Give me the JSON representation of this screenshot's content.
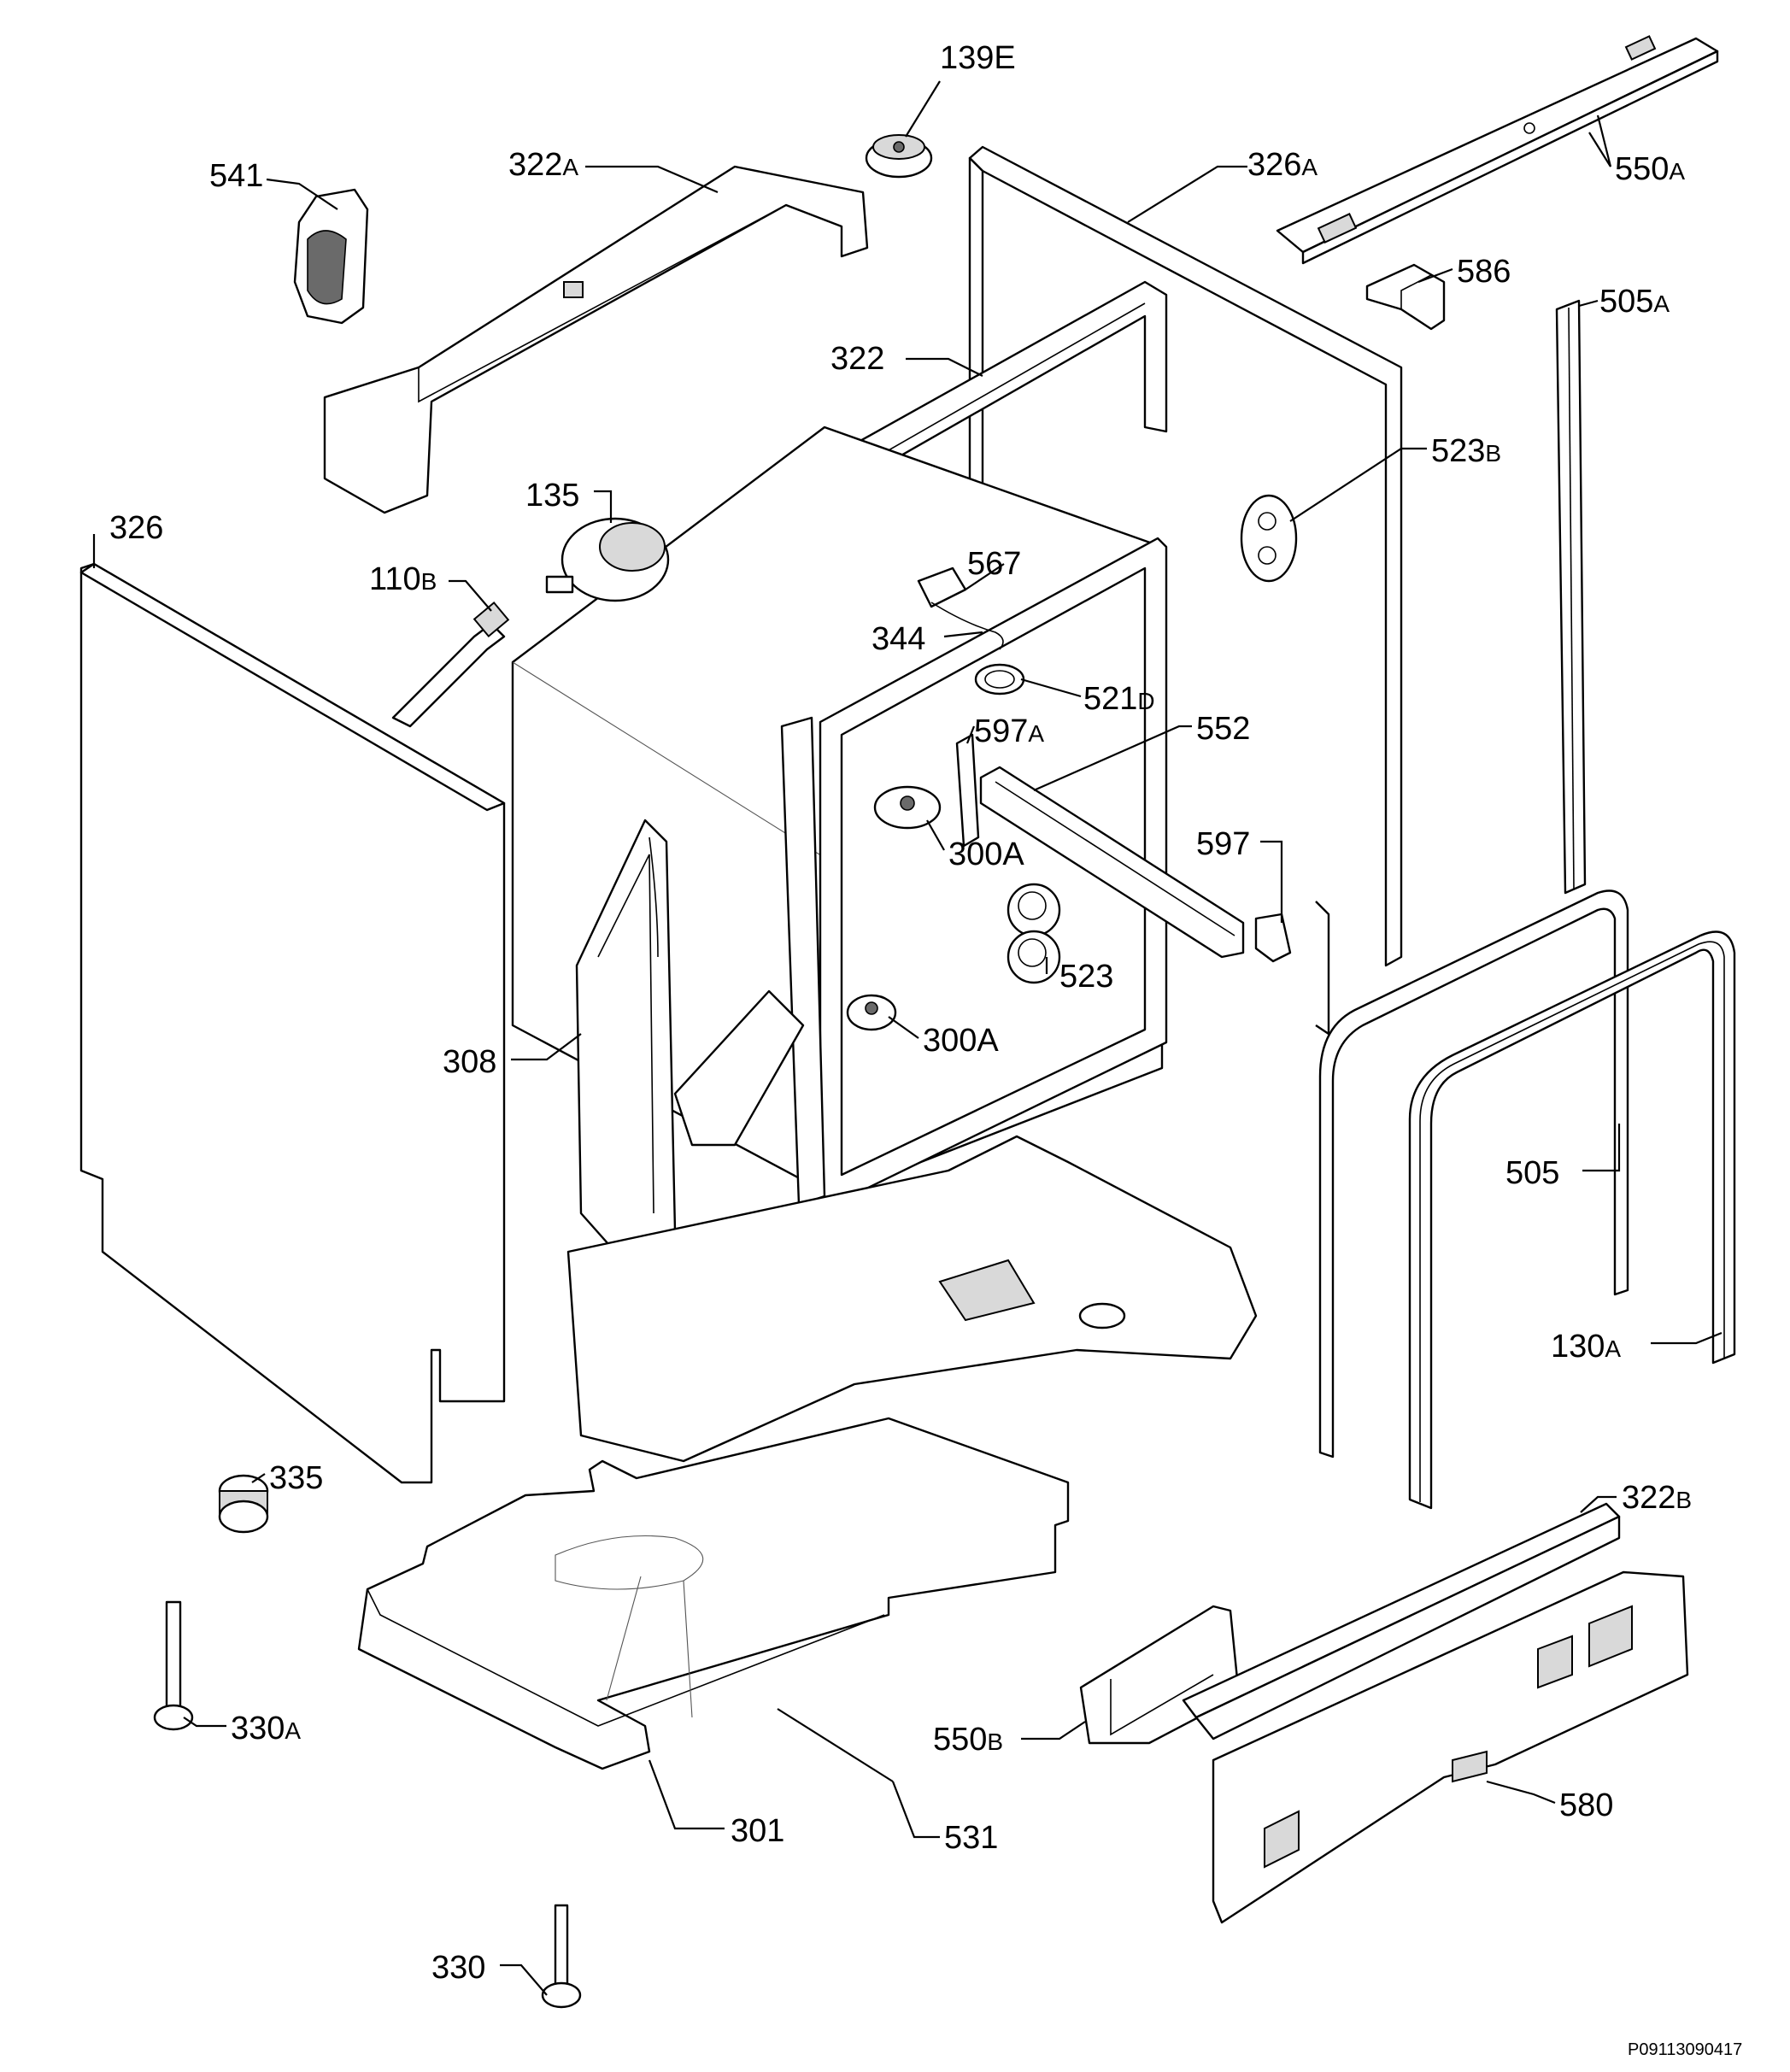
{
  "reference_code": "P09113090417",
  "callouts": [
    {
      "num": "139E",
      "suf": ""
    },
    {
      "num": "541",
      "suf": ""
    },
    {
      "num": "322",
      "suf": "A"
    },
    {
      "num": "326",
      "suf": "A"
    },
    {
      "num": "550",
      "suf": "A"
    },
    {
      "num": "586",
      "suf": ""
    },
    {
      "num": "505",
      "suf": "A"
    },
    {
      "num": "322",
      "suf": ""
    },
    {
      "num": "523",
      "suf": "B"
    },
    {
      "num": "326",
      "suf": ""
    },
    {
      "num": "135",
      "suf": ""
    },
    {
      "num": "110",
      "suf": "B"
    },
    {
      "num": "567",
      "suf": ""
    },
    {
      "num": "344",
      "suf": ""
    },
    {
      "num": "521",
      "suf": "D"
    },
    {
      "num": "597",
      "suf": "A"
    },
    {
      "num": "552",
      "suf": ""
    },
    {
      "num": "300A",
      "suf": ""
    },
    {
      "num": "597",
      "suf": ""
    },
    {
      "num": "523",
      "suf": ""
    },
    {
      "num": "308",
      "suf": ""
    },
    {
      "num": "300A",
      "suf": ""
    },
    {
      "num": "505",
      "suf": ""
    },
    {
      "num": "130",
      "suf": "A"
    },
    {
      "num": "335",
      "suf": ""
    },
    {
      "num": "322",
      "suf": "B"
    },
    {
      "num": "330",
      "suf": "A"
    },
    {
      "num": "550",
      "suf": "B"
    },
    {
      "num": "580",
      "suf": ""
    },
    {
      "num": "301",
      "suf": ""
    },
    {
      "num": "531",
      "suf": ""
    },
    {
      "num": "330",
      "suf": ""
    }
  ]
}
